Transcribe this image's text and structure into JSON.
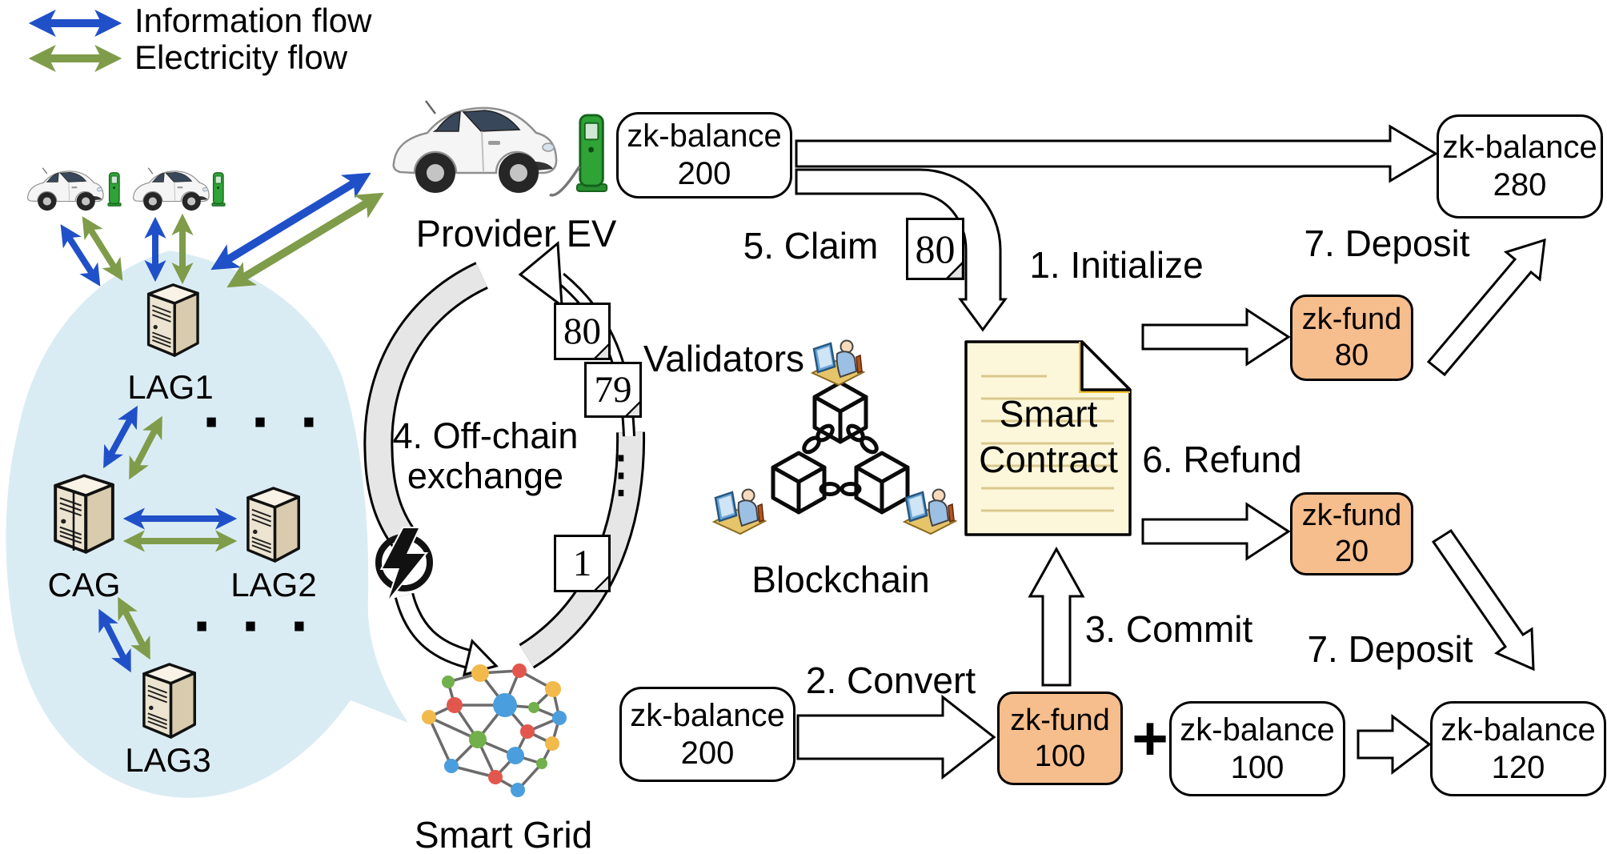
{
  "colors": {
    "information_flow_blue": "#2050c8",
    "electricity_flow_green": "#7f9c4a",
    "zk_fund_orange": "#f6bd8d",
    "smart_contract_yellow": "#fcf7da",
    "cluster_bubble_blue": "#daecf3"
  },
  "legend": {
    "information_flow": "Information flow",
    "electricity_flow": "Electricity flow"
  },
  "cluster": {
    "nodes": [
      {
        "label": "LAG1"
      },
      {
        "label": "CAG"
      },
      {
        "label": "LAG2"
      },
      {
        "label": "LAG3"
      }
    ],
    "dots_upper": "· · ·",
    "dots_lower": "· · ·"
  },
  "actors": {
    "provider_ev": "Provider EV",
    "smart_grid": "Smart Grid",
    "validators": "Validators",
    "blockchain": "Blockchain",
    "smart_contract": {
      "line1": "Smart",
      "line2": "Contract"
    }
  },
  "steps": {
    "initialize": "1. Initialize",
    "convert": "2. Convert",
    "commit": "3. Commit",
    "offchain": {
      "line1": "4. Off-chain",
      "line2": "exchange"
    },
    "claim": "5. Claim",
    "refund": "6. Refund",
    "deposit_top": "7. Deposit",
    "deposit_bottom": "7. Deposit"
  },
  "tokens": {
    "provider_balance": {
      "label": "zk-balance",
      "value": "200"
    },
    "provider_balance_final": {
      "label": "zk-balance",
      "value": "280"
    },
    "claim_fund": {
      "label": "zk-fund",
      "value": "80"
    },
    "refund_fund": {
      "label": "zk-fund",
      "value": "20"
    },
    "grid_balance": {
      "label": "zk-balance",
      "value": "200"
    },
    "converted_fund": {
      "label": "zk-fund",
      "value": "100"
    },
    "grid_balance_remaining": {
      "label": "zk-balance",
      "value": "100"
    },
    "grid_balance_final": {
      "label": "zk-balance",
      "value": "120"
    }
  },
  "documents": {
    "claim_receipt": "80",
    "receipt_80": "80",
    "receipt_79": "79",
    "receipt_dots": "⋮",
    "receipt_1": "1"
  },
  "operators": {
    "plus": "+"
  }
}
